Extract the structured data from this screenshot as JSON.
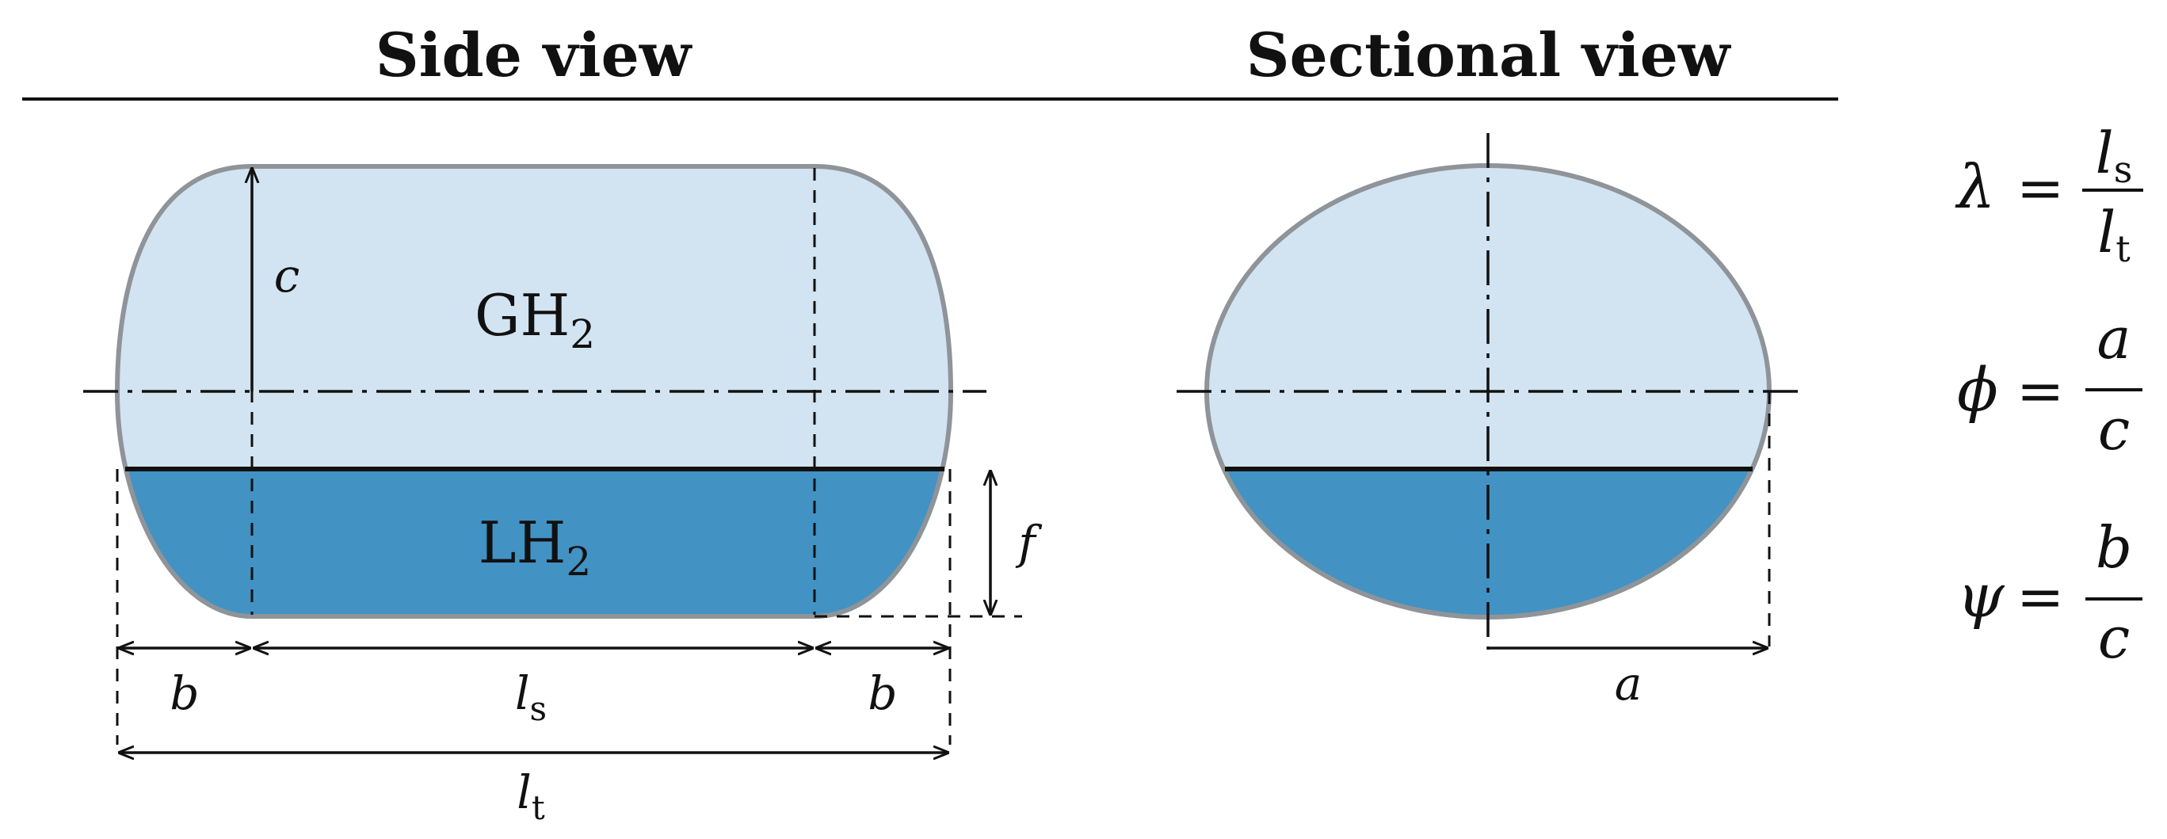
{
  "headings": {
    "side_view": "Side view",
    "sectional_view": "Sectional view"
  },
  "phases": {
    "gas": {
      "main": "GH",
      "sub": "2"
    },
    "liquid": {
      "main": "LH",
      "sub": "2"
    }
  },
  "dimensions": {
    "c": "c",
    "f": "f",
    "b_left": "b",
    "b_right": "b",
    "ls": {
      "main": "l",
      "sub": "s"
    },
    "lt": {
      "main": "l",
      "sub": "t"
    },
    "a": "a"
  },
  "equations": [
    {
      "lhs": "λ",
      "op": "=",
      "num": "l",
      "num_sub": "s",
      "den": "l",
      "den_sub": "t"
    },
    {
      "lhs": "ϕ",
      "op": "=",
      "num": "a",
      "num_sub": "",
      "den": "c",
      "den_sub": ""
    },
    {
      "lhs": "ψ",
      "op": "=",
      "num": "b",
      "num_sub": "",
      "den": "c",
      "den_sub": ""
    }
  ],
  "colors": {
    "gas_fill": "#d2e4f1",
    "liquid_fill": "#4292c4",
    "outline": "#8f9499",
    "line": "#111111"
  }
}
